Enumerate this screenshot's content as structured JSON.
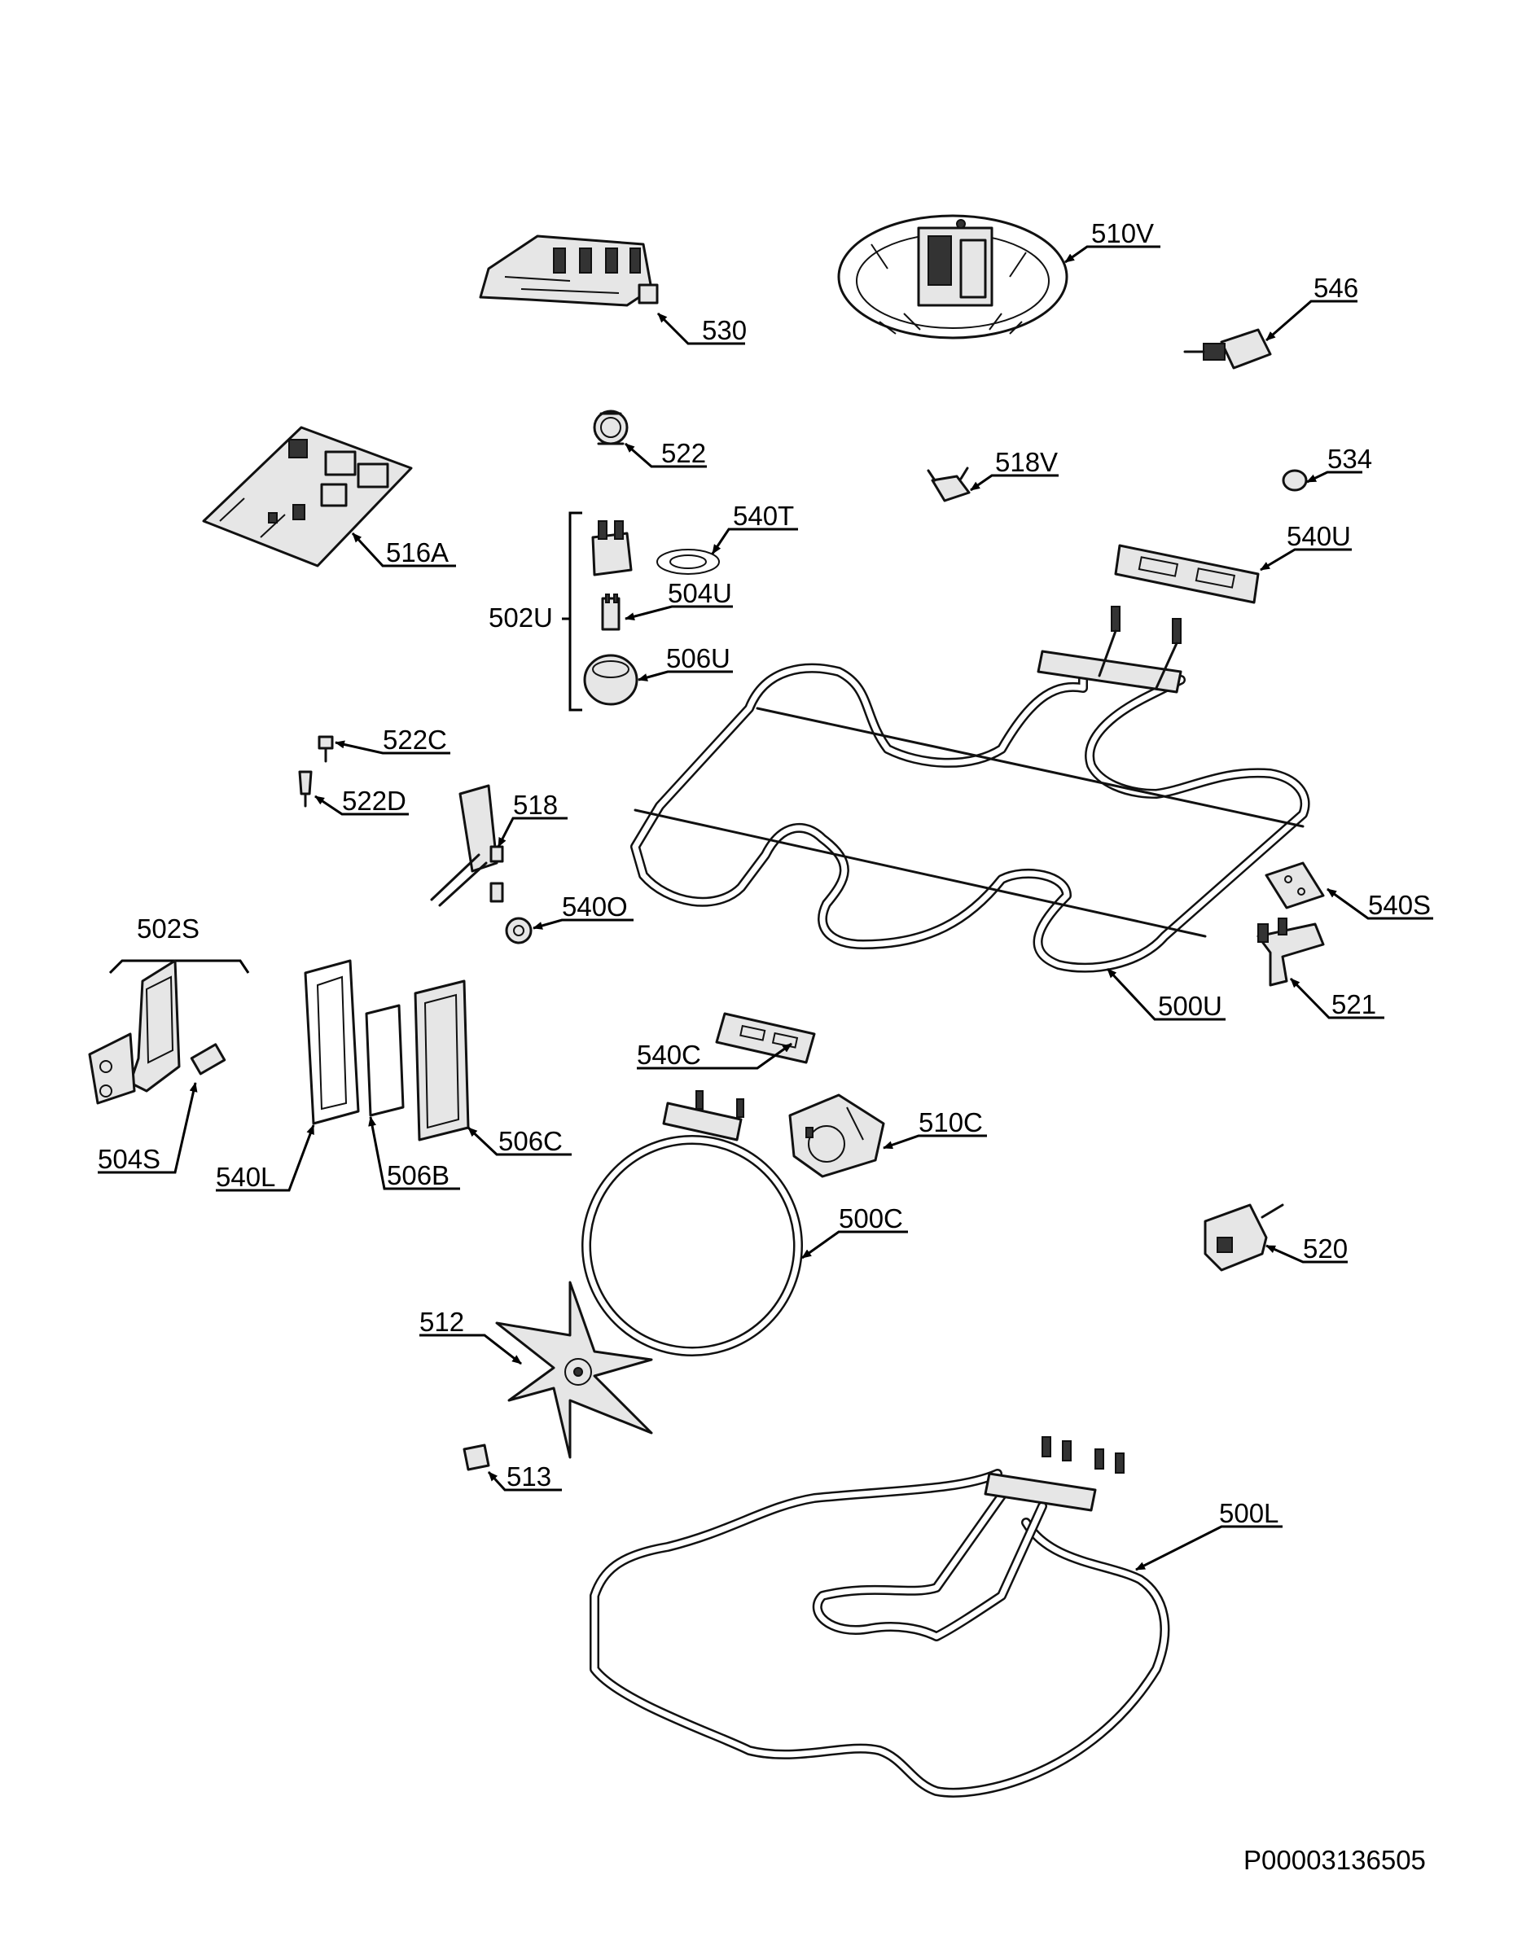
{
  "labels": {
    "p530": "530",
    "p510V": "510V",
    "p546": "546",
    "p522": "522",
    "p518V": "518V",
    "p534": "534",
    "p516A": "516A",
    "p540T": "540T",
    "p540U": "540U",
    "p502U": "502U",
    "p504U": "504U",
    "p506U": "506U",
    "p522C": "522C",
    "p522D": "522D",
    "p518": "518",
    "p540O": "540O",
    "p540S": "540S",
    "p502S": "502S",
    "p521": "521",
    "p500U": "500U",
    "p540C": "540C",
    "p510C": "510C",
    "p504S": "504S",
    "p540L": "540L",
    "p506B": "506B",
    "p506C": "506C",
    "p500C": "500C",
    "p520": "520",
    "p512": "512",
    "p513": "513",
    "p500L": "500L"
  },
  "drawing_number": "P00003136505"
}
